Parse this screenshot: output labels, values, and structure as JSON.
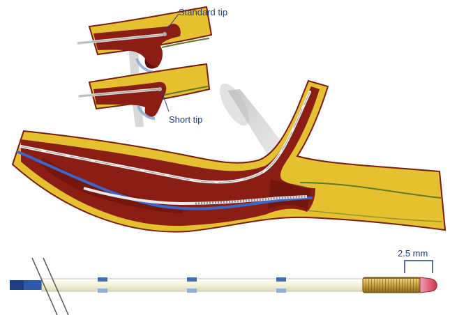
{
  "labels": {
    "standard_tip": "Standard tip",
    "short_tip": "Short tip",
    "dimension": "2.5 mm"
  },
  "colors": {
    "vessel_wall": "#e6c12f",
    "vessel_outline": "#7a1a10",
    "thrombus": "#8a1e14",
    "lumen_dark": "#5a0f0a",
    "guidewire_white": "#f2f2f2",
    "guidewire_blue": "#3d66c8",
    "catheter_shaft": "#fbf9e6",
    "marker_band": "#3e6fb4",
    "connector_blue": "#2d5aa8",
    "tip_red": "#d0344c",
    "coil_gold": "#c9a033",
    "label_blue": "#1c3f8f"
  }
}
